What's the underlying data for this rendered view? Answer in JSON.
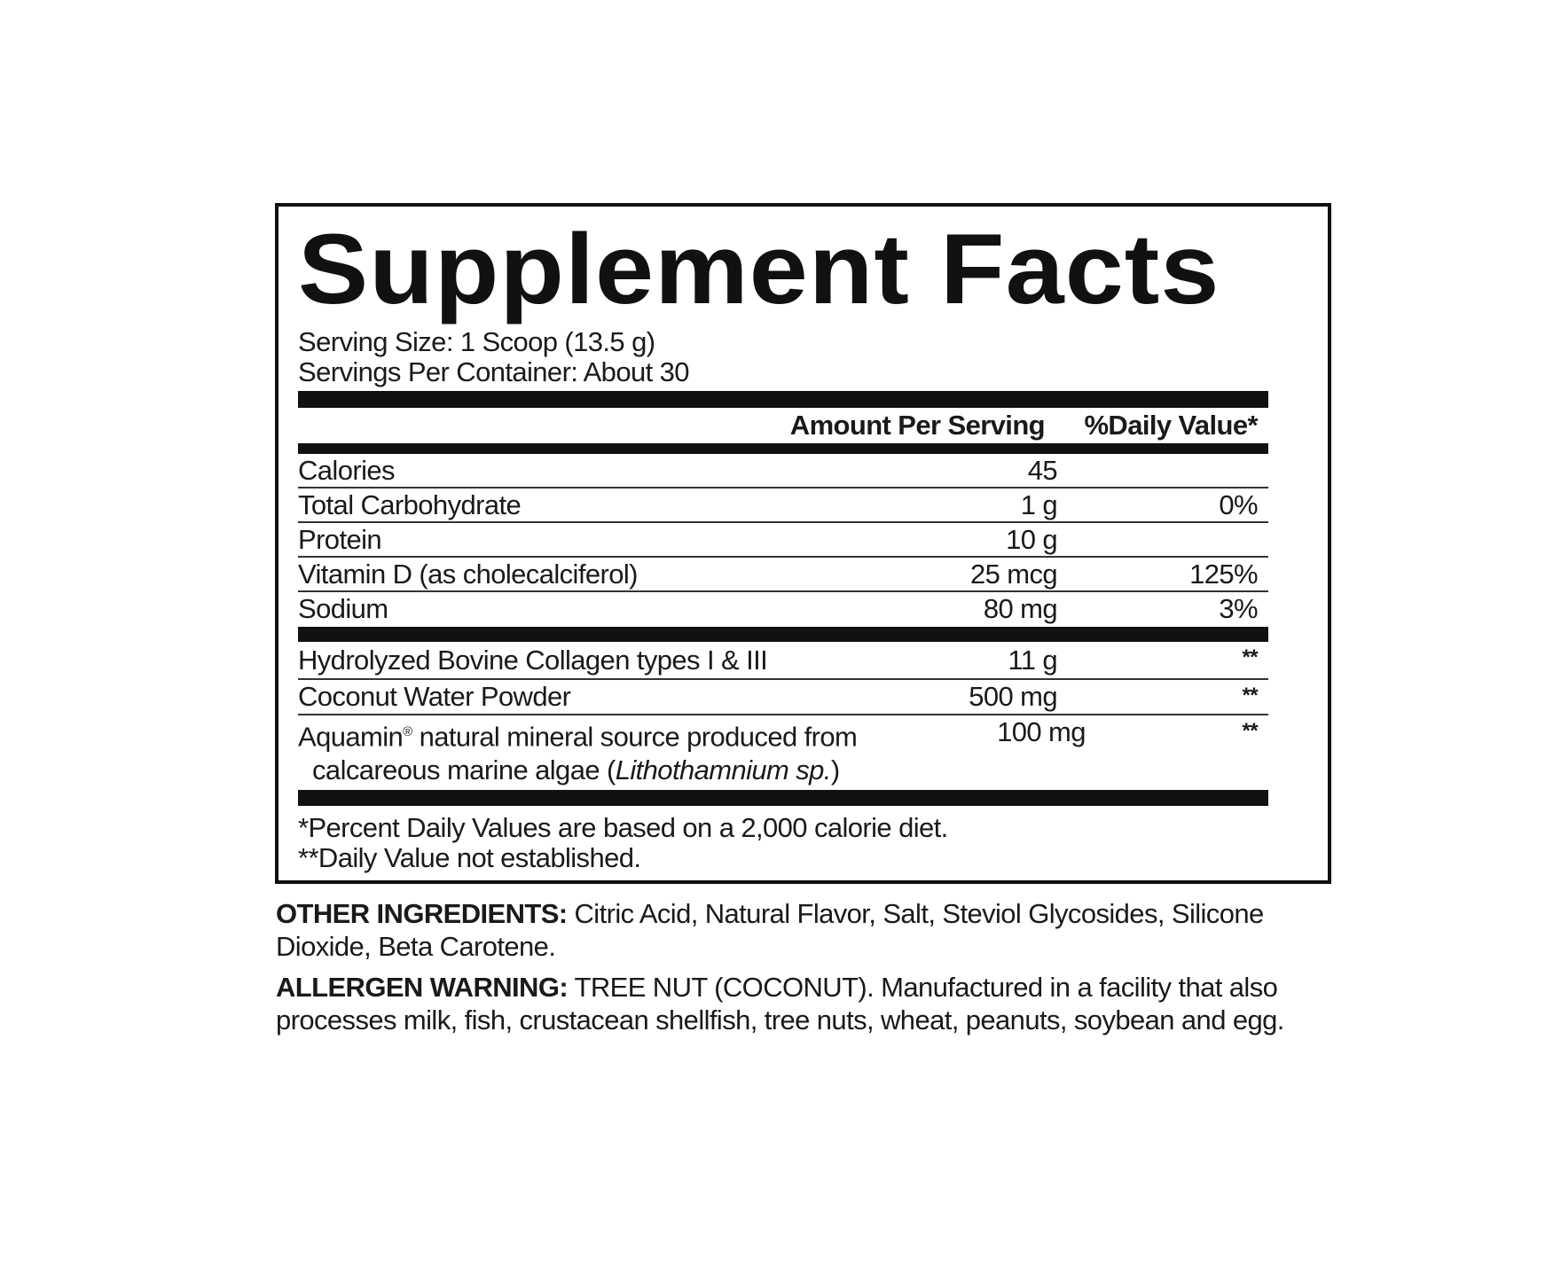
{
  "title": "Supplement Facts",
  "serving_size": "Serving Size: 1 Scoop (13.5 g)",
  "servings_per_container": "Servings Per Container: About 30",
  "header": {
    "amount": "Amount Per Serving",
    "daily_value": "%Daily Value*"
  },
  "nutrients": [
    {
      "name": "Calories",
      "amount": "45",
      "dv": ""
    },
    {
      "name": "Total Carbohydrate",
      "amount": "1 g",
      "dv": "0%"
    },
    {
      "name": "Protein",
      "amount": "10 g",
      "dv": ""
    },
    {
      "name": "Vitamin D (as cholecalciferol)",
      "amount": "25 mcg",
      "dv": "125%"
    },
    {
      "name": "Sodium",
      "amount": "80 mg",
      "dv": "3%"
    }
  ],
  "ingredients": [
    {
      "name": "Hydrolyzed Bovine Collagen types I & III",
      "amount": "11 g",
      "dv": "**"
    },
    {
      "name": "Coconut Water Powder",
      "amount": "500 mg",
      "dv": "**"
    },
    {
      "name": "Aquamin",
      "reg": "®",
      "name_rest": " natural mineral source produced from",
      "line2": "calcareous marine algae (",
      "line2_italic": "Lithothamnium sp.",
      "line2_end": ")",
      "amount": "100 mg",
      "dv": "**"
    }
  ],
  "footnotes": [
    "*Percent Daily Values are based on a 2,000 calorie diet.",
    "**Daily Value not established."
  ],
  "other_ingredients": {
    "label": "OTHER INGREDIENTS:",
    "text": " Citric Acid, Natural Flavor, Salt, Steviol Glycosides, Silicone Dioxide, Beta Carotene."
  },
  "allergen_warning": {
    "label": "ALLERGEN WARNING:",
    "text": " TREE NUT (COCONUT). Manufactured in a facility that also processes milk, fish, crustacean shellfish, tree nuts, wheat, peanuts, soybean and egg."
  }
}
